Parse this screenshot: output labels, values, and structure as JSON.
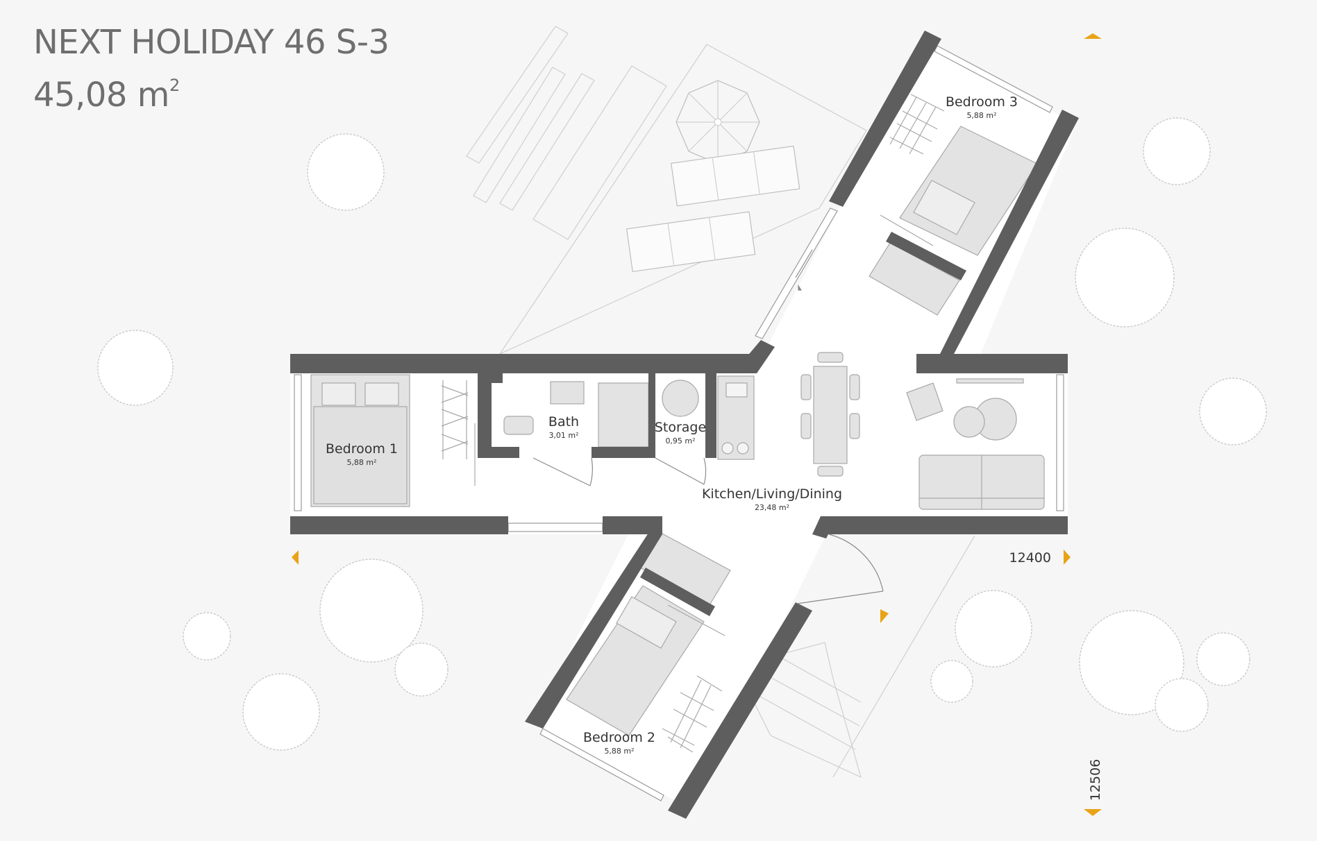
{
  "title": {
    "name": "NEXT HOLIDAY 46 S-3",
    "area_value": "45,08 m",
    "area_sup": "2"
  },
  "rooms": {
    "bedroom1": {
      "name": "Bedroom 1",
      "area": "5,88 m²"
    },
    "bedroom2": {
      "name": "Bedroom 2",
      "area": "5,88 m²"
    },
    "bedroom3": {
      "name": "Bedroom 3",
      "area": "5,88 m²"
    },
    "bath": {
      "name": "Bath",
      "area": "3,01 m²"
    },
    "storage": {
      "name": "Storage",
      "area": "0,95 m²"
    },
    "living": {
      "name": "Kitchen/Living/Dining",
      "area": "23,48 m²"
    }
  },
  "dimensions": {
    "width": "12400",
    "depth": "12506"
  },
  "colors": {
    "wall": "#5e5e5e",
    "accent": "#e8a317",
    "background": "#f6f6f6",
    "furniture": "#e3e3e3",
    "line": "#9a9a9a"
  }
}
